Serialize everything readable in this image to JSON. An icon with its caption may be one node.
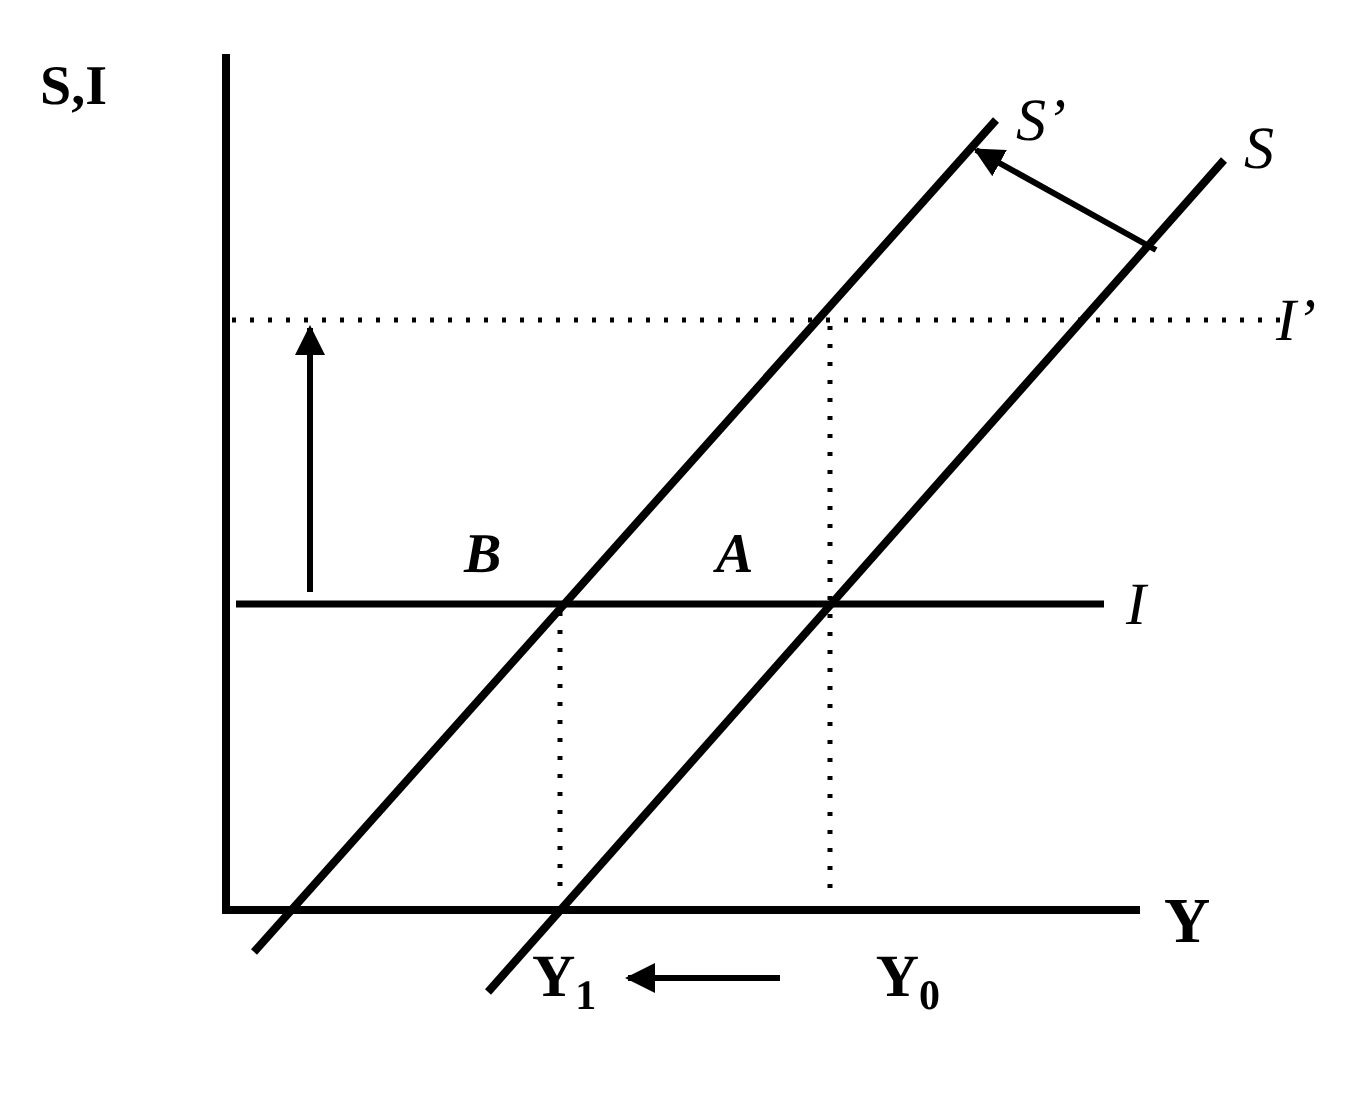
{
  "diagram": {
    "nodes": [
      {
        "text": [
          "Y$_{1}$"
        ]
      },
      {
        "text": [
          "Y$_{0}$"
        ]
      }
    ],
    "edges": [
      {
        "from": 1,
        "to": 0,
        "arrow": "to"
      }
    ],
    "labels": [
      "S,I",
      "S’",
      "S",
      "I’",
      "B",
      "A",
      "I",
      "Y"
    ]
  }
}
